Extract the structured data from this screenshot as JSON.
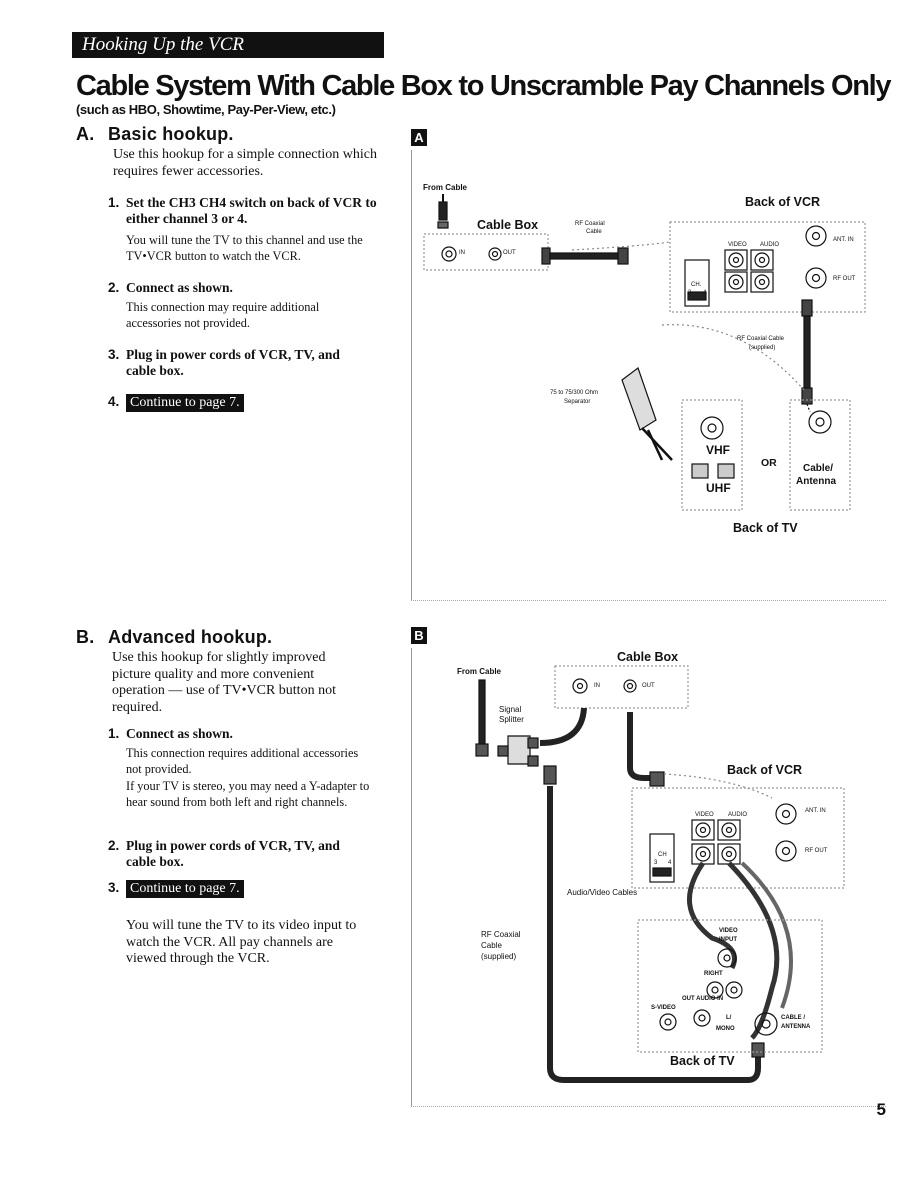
{
  "header": {
    "section_title": "Hooking Up the VCR",
    "title": "Cable System With Cable Box to Unscramble Pay Channels Only",
    "subtitle": "(such as HBO, Showtime, Pay-Per-View, etc.)"
  },
  "section_a": {
    "letter": "A.",
    "heading": "Basic hookup.",
    "intro": "Use this hookup for a simple connection which requires fewer accessories.",
    "steps": [
      {
        "num": "1.",
        "title": "Set the CH3 CH4 switch on back of VCR to either channel 3 or 4.",
        "note": "You will tune the TV to this channel and use the TV•VCR button to watch the VCR."
      },
      {
        "num": "2.",
        "title": "Connect as shown.",
        "note": "This connection may require additional accessories not provided."
      },
      {
        "num": "3.",
        "title": "Plug in power cords of VCR, TV, and cable box.",
        "note": ""
      },
      {
        "num": "4.",
        "title": "",
        "note": ""
      }
    ],
    "continue_label": "Continue to page 7."
  },
  "section_b": {
    "letter": "B.",
    "heading": "Advanced hookup.",
    "intro": "Use this hookup for slightly improved picture quality and more convenient operation — use of TV•VCR button not required.",
    "steps": [
      {
        "num": "1.",
        "title": "Connect as shown.",
        "note": "This connection requires additional accessories not provided.",
        "note2": "If your TV is stereo, you may need a Y-adapter to hear sound from both left and right channels."
      },
      {
        "num": "2.",
        "title": "Plug in power cords of VCR, TV, and cable box."
      },
      {
        "num": "3.",
        "title": ""
      }
    ],
    "continue_label": "Continue to page 7.",
    "closing": "You will tune the TV to its video input to watch the VCR. All pay channels are viewed through the VCR."
  },
  "diagram_a": {
    "badge": "A",
    "from_cable": "From Cable",
    "cable_box": "Cable Box",
    "rf_coaxial": "RF Coaxial",
    "cable": "Cable",
    "in": "IN",
    "out": "OUT",
    "back_of_vcr": "Back of VCR",
    "video": "VIDEO",
    "audio": "AUDIO",
    "ant_in": "ANT. IN",
    "rf_out": "RF OUT",
    "ch": "CH.",
    "ch3": "3",
    "ch4": "4",
    "rf_cable_supplied_1": "RF Coaxial Cable",
    "rf_cable_supplied_2": "(supplied)",
    "separator_1": "75 to 75/300 Ohm",
    "separator_2": "Separator",
    "vhf": "VHF",
    "uhf": "UHF",
    "or": "OR",
    "cable_antenna_1": "Cable/",
    "cable_antenna_2": "Antenna",
    "back_of_tv": "Back of TV"
  },
  "diagram_b": {
    "badge": "B",
    "cable_box": "Cable Box",
    "from_cable": "From Cable",
    "in": "IN",
    "out": "OUT",
    "signal": "Signal",
    "splitter": "Splitter",
    "back_of_vcr": "Back of VCR",
    "video": "VIDEO",
    "audio": "AUDIO",
    "ant_in": "ANT. IN",
    "rf_out": "RF OUT",
    "ch": "CH",
    "ch3": "3",
    "ch4": "4",
    "av_cables": "Audio/Video Cables",
    "rf_coaxial": "RF Coaxial",
    "cable": "Cable",
    "supplied": "(supplied)",
    "video_input_1": "VIDEO",
    "video_input_2": "INPUT",
    "right": "RIGHT",
    "out_audio_in": "OUT AUDIO IN",
    "s_video": "S-VIDEO",
    "l_mono_1": "L/",
    "l_mono_2": "MONO",
    "cable_antenna_1": "CABLE /",
    "cable_antenna_2": "ANTENNA",
    "back_of_tv": "Back of TV"
  },
  "footer": {
    "page_number": "5"
  }
}
